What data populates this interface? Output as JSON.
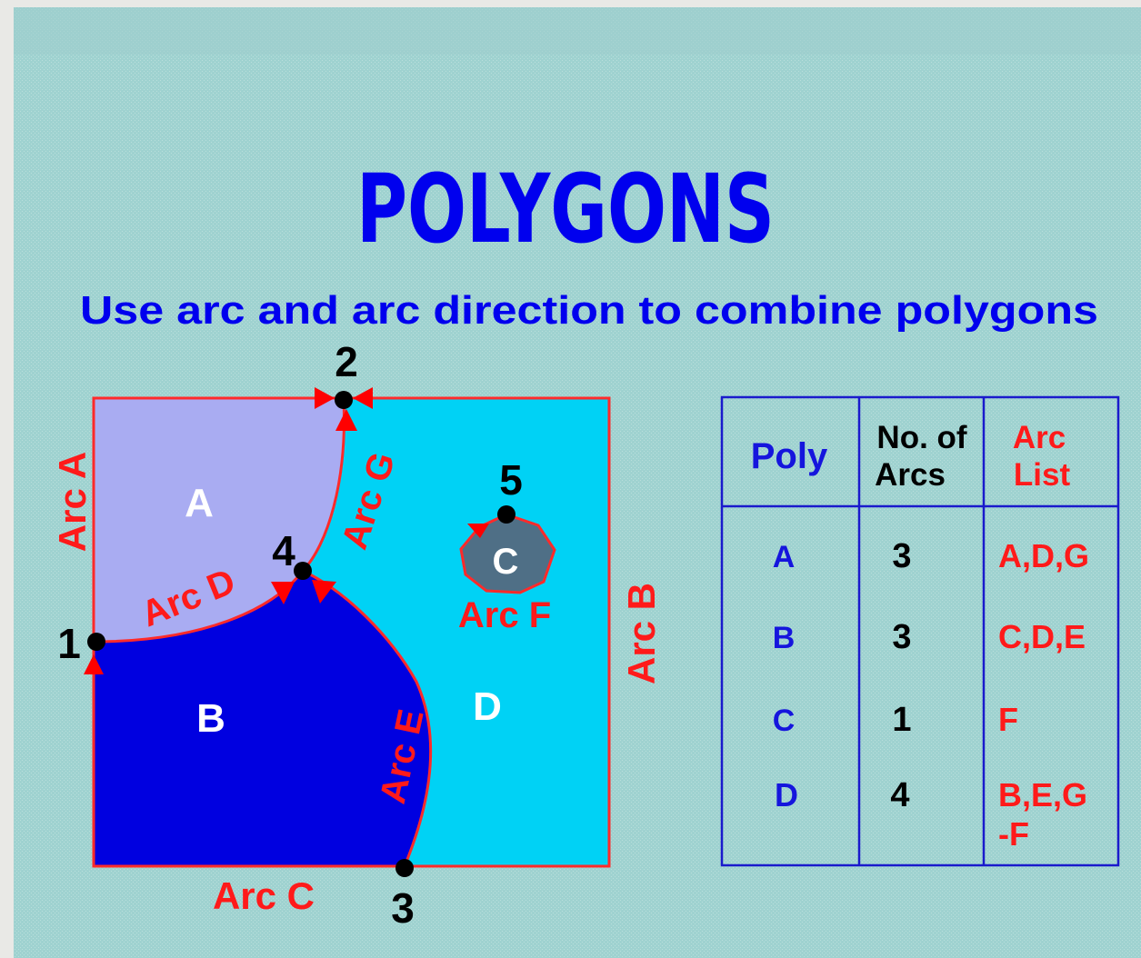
{
  "title": "POLYGONS",
  "subtitle": "Use arc and arc direction to combine polygons",
  "colors": {
    "background": "#9ed1cf",
    "title": "#0000ee",
    "arc_label": "#ff1a1a",
    "poly_a": "#a9acf2",
    "poly_b": "#0000e0",
    "poly_c": "#4f6f86",
    "poly_d": "#00d2f5",
    "boundary": "#ff2a2a",
    "node": "#000000",
    "table_border": "#1a1acc"
  },
  "diagram": {
    "polygons": {
      "a": "A",
      "b": "B",
      "c": "C",
      "d": "D"
    },
    "arcs": {
      "a": "Arc A",
      "b": "Arc B",
      "c": "Arc C",
      "d": "Arc D",
      "e": "Arc E",
      "f": "Arc F",
      "g": "Arc G"
    },
    "nodes": {
      "n1": "1",
      "n2": "2",
      "n3": "3",
      "n4": "4",
      "n5": "5"
    }
  },
  "table": {
    "headers": {
      "poly": "Poly",
      "arcs_line1": "No. of",
      "arcs_line2": "Arcs",
      "list_line1": "Arc",
      "list_line2": "List"
    },
    "rows": [
      {
        "poly": "A",
        "count": "3",
        "list_line1": "A,D,G",
        "list_line2": ""
      },
      {
        "poly": "B",
        "count": "3",
        "list_line1": "C,D,E",
        "list_line2": ""
      },
      {
        "poly": "C",
        "count": "1",
        "list_line1": "F",
        "list_line2": ""
      },
      {
        "poly": "D",
        "count": "4",
        "list_line1": "B,E,G",
        "list_line2": "-F"
      }
    ]
  }
}
